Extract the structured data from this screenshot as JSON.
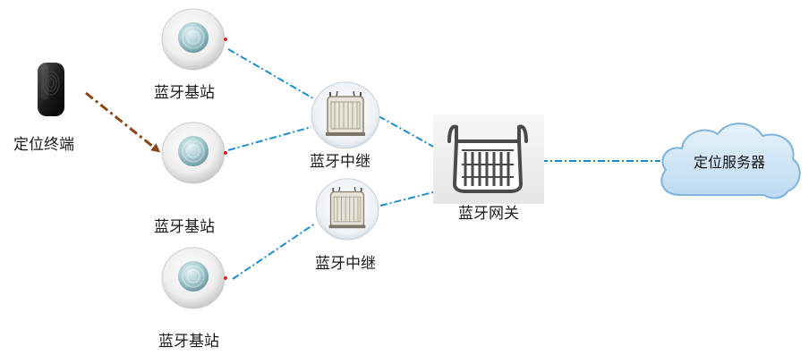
{
  "terminal": {
    "label": "定位终端",
    "icon": "tag-icon"
  },
  "base_stations": [
    {
      "label": "蓝牙基站",
      "icon": "bluetooth-beacon-icon"
    },
    {
      "label": "蓝牙基站",
      "icon": "bluetooth-beacon-icon"
    },
    {
      "label": "蓝牙基站",
      "icon": "bluetooth-beacon-icon"
    }
  ],
  "repeaters": [
    {
      "label": "蓝牙中继",
      "icon": "repeater-icon"
    },
    {
      "label": "蓝牙中继",
      "icon": "repeater-icon"
    }
  ],
  "gateway": {
    "label": "蓝牙网关",
    "icon": "gateway-icon"
  },
  "server": {
    "label": "定位服务器",
    "icon": "cloud-icon"
  },
  "colors": {
    "link": "#1a8fd4",
    "signal": "#8b4513",
    "cloud_fill": "#cfe6f7",
    "cloud_stroke": "#7fb4dc",
    "indicator": "#e02020"
  }
}
